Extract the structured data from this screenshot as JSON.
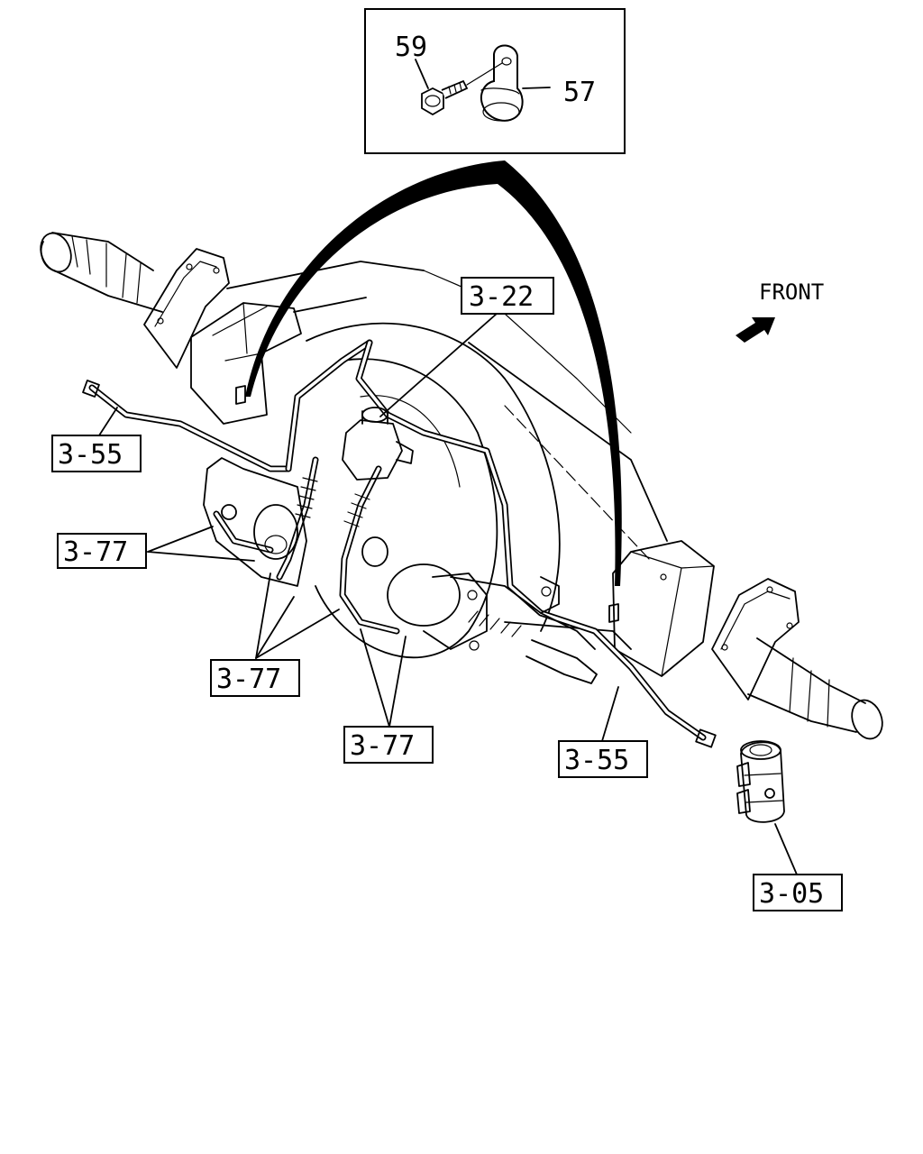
{
  "diagram": {
    "callouts": {
      "bolt": "59",
      "clip": "57",
      "tee_fitting": "3-22",
      "pipe_left": "3-55",
      "pipe_right": "3-55",
      "hoses_a": "3-77",
      "hoses_b": "3-77",
      "hoses_c": "3-77",
      "wheel_cylinder": "3-05"
    },
    "direction_label": "FRONT",
    "icons": [
      "front-arrow-icon",
      "bolt-icon",
      "pipe-clip-icon",
      "wheel-cylinder-icon"
    ],
    "colors": {
      "ink": "#000000",
      "paper": "#ffffff"
    }
  }
}
